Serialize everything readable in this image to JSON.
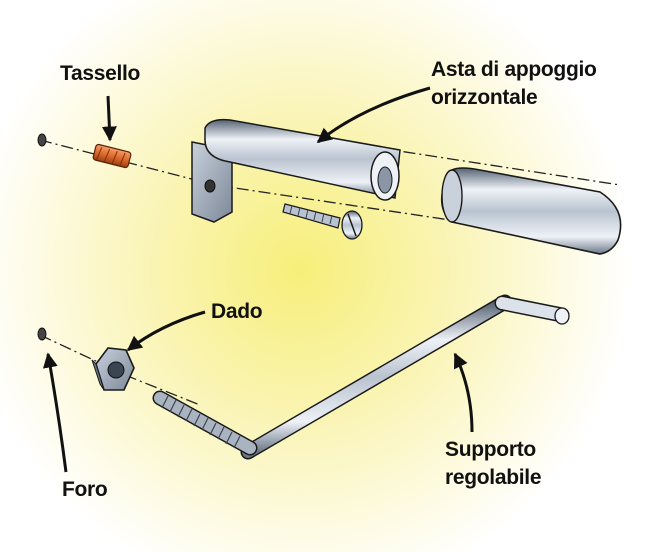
{
  "labels": {
    "tassello": "Tassello",
    "asta_line1": "Asta di appoggio",
    "asta_line2": "orizzontale",
    "dado": "Dado",
    "foro": "Foro",
    "supporto_line1": "Supporto",
    "supporto_line2": "regolabile"
  },
  "colors": {
    "glow": "#f7ef7a",
    "metal_light": "#eef2f7",
    "metal_mid": "#9aa6b4",
    "metal_dark": "#556273",
    "dowel": "#e06a2c",
    "outline": "#1a1a1a"
  }
}
